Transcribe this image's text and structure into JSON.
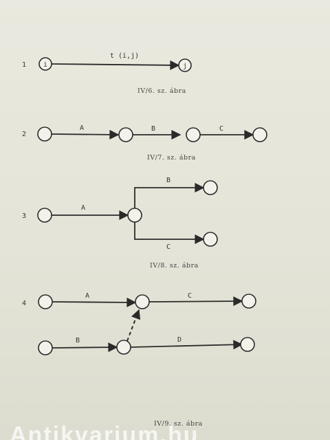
{
  "figures": [
    {
      "number": "1",
      "caption": "IV/6. sz. ábra",
      "nodes": [
        {
          "label": "i"
        },
        {
          "label": "j"
        }
      ],
      "edges": [
        {
          "label": "t (i,j)"
        }
      ]
    },
    {
      "number": "2",
      "caption": "IV/7. sz. ábra",
      "edges": [
        {
          "label": "A"
        },
        {
          "label": "B"
        },
        {
          "label": "C"
        }
      ]
    },
    {
      "number": "3",
      "caption": "IV/8. sz. ábra",
      "edges": [
        {
          "label": "A"
        },
        {
          "label": "B"
        },
        {
          "label": "C"
        }
      ]
    },
    {
      "number": "4",
      "caption": "IV/9. sz. ábra",
      "edges": [
        {
          "label": "A"
        },
        {
          "label": "C"
        },
        {
          "label": "B"
        },
        {
          "label": "D"
        }
      ]
    }
  ],
  "watermark": "Antikvarium.hu",
  "colors": {
    "paper": "#e6e6db",
    "ink": "#2a2a2a"
  }
}
